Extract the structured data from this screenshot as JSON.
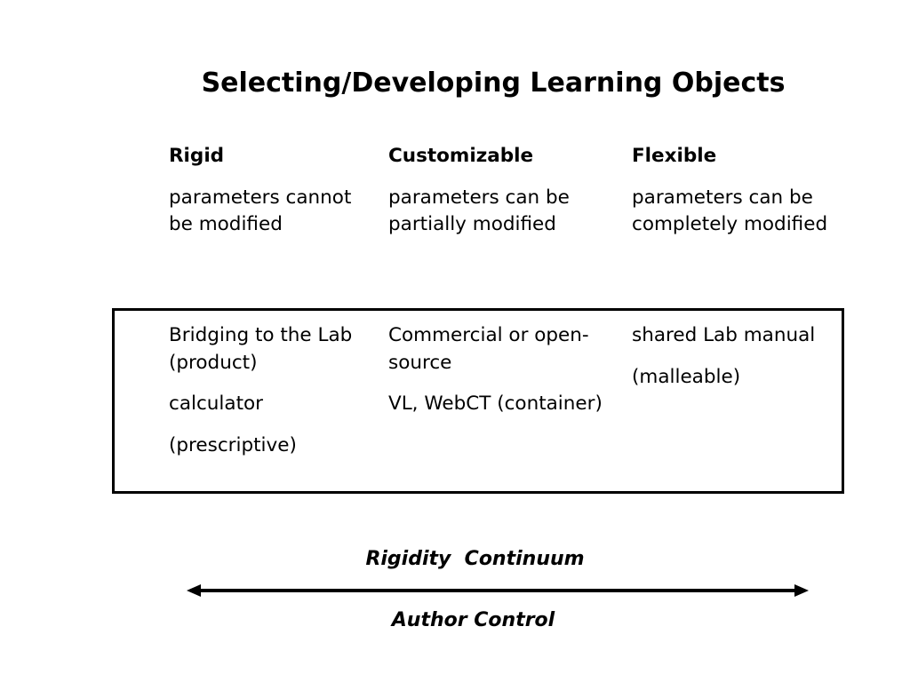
{
  "slide": {
    "title": "Selecting/Developing Learning Objects",
    "columns": [
      {
        "heading": "Rigid",
        "description": "parameters cannot be modified",
        "examples": [
          "Bridging to the Lab (product)",
          "calculator",
          "(prescriptive)"
        ]
      },
      {
        "heading": "Customizable",
        "description": "parameters can be partially modified",
        "examples": [
          "Commercial or open- source",
          "VL, WebCT (container)"
        ]
      },
      {
        "heading": "Flexible",
        "description": "parameters can be completely modified",
        "examples": [
          "shared Lab manual",
          "(malleable)"
        ]
      }
    ],
    "continuum_label": "Rigidity  Continuum",
    "author_label": "Author Control"
  }
}
